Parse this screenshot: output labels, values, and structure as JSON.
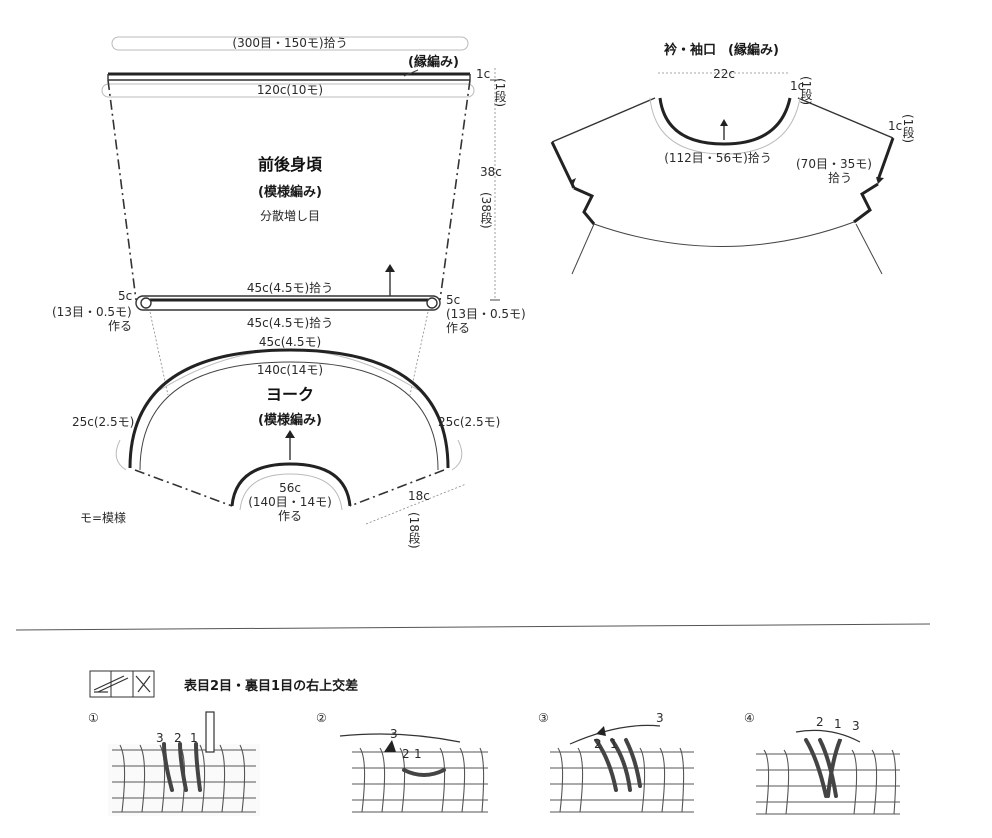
{
  "body": {
    "pickup_top": "(300目・150モ)拾う",
    "edge_label": "(縁編み)",
    "width_top": "120c(10モ)",
    "row_1c": "1c",
    "row_1dan": "(1段)",
    "height": "38c",
    "height_dan": "(38段)",
    "title": "前後身頃",
    "subtitle": "(模様編み)",
    "note": "分散増し目",
    "pickup_bottom": "45c(4.5モ)拾う",
    "left_5c": "5c",
    "left_stitches": "(13目・0.5モ)",
    "left_make": "作る",
    "right_5c": "5c",
    "right_stitches": "(13目・0.5モ)",
    "right_make": "作る"
  },
  "yoke": {
    "pickup_top": "45c(4.5モ)拾う",
    "outer_top": "45c(4.5モ)",
    "inner_width": "140c(14モ)",
    "title": "ヨーク",
    "subtitle": "(模様編み)",
    "left_side": "25c(2.5モ)",
    "right_side": "25c(2.5モ)",
    "neck": "56c",
    "neck_stitches": "(140目・14モ)",
    "neck_make": "作る",
    "depth": "18c",
    "depth_dan": "(18段)",
    "legend": "モ=模様"
  },
  "collar": {
    "title": "衿・袖口",
    "title_sub": "(縁編み)",
    "width": "22c",
    "row_left": "1c",
    "row_left_dan": "(1段)",
    "row_right": "1c",
    "row_right_dan": "(1段)",
    "neck_pickup": "(112目・56モ)拾う",
    "sleeve_pickup": "(70目・35モ)",
    "sleeve_pickup2": "拾う"
  },
  "technique": {
    "title": "表目2目・裏目1目の右上交差",
    "steps": [
      {
        "num": "①",
        "labels": [
          "3",
          "2",
          "1"
        ]
      },
      {
        "num": "②",
        "labels": [
          "3",
          "2",
          "1"
        ]
      },
      {
        "num": "③",
        "labels": [
          "2",
          "1",
          "3"
        ]
      },
      {
        "num": "④",
        "labels": [
          "2",
          "1",
          "3"
        ]
      }
    ]
  }
}
